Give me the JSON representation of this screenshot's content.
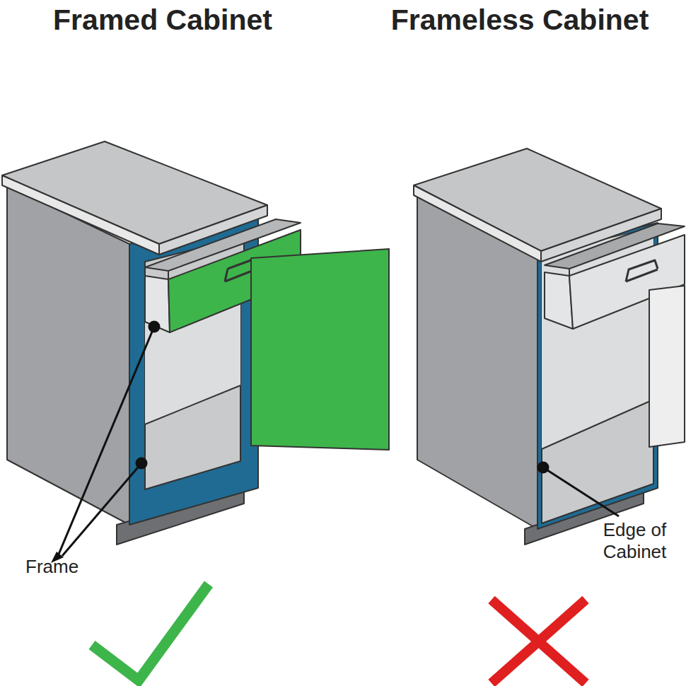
{
  "diagram": {
    "labels": [
      "Framed Cabinet",
      "Frameless Cabinet",
      "Frame",
      "Edge of Cabinet"
    ]
  }
}
